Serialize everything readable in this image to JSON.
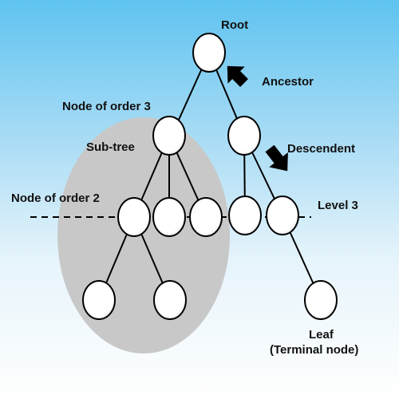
{
  "labels": {
    "root": "Root",
    "ancestor": "Ancestor",
    "node_of_order_3": "Node of order 3",
    "sub_tree": "Sub-tree",
    "descendent": "Descendent",
    "node_of_order_2": "Node of order 2",
    "level_3": "Level 3",
    "leaf": "Leaf",
    "terminal_node": "(Terminal node)"
  },
  "colors": {
    "subtree_fill": "#c8c8c8",
    "node_fill": "#ffffff",
    "line": "#000000"
  }
}
